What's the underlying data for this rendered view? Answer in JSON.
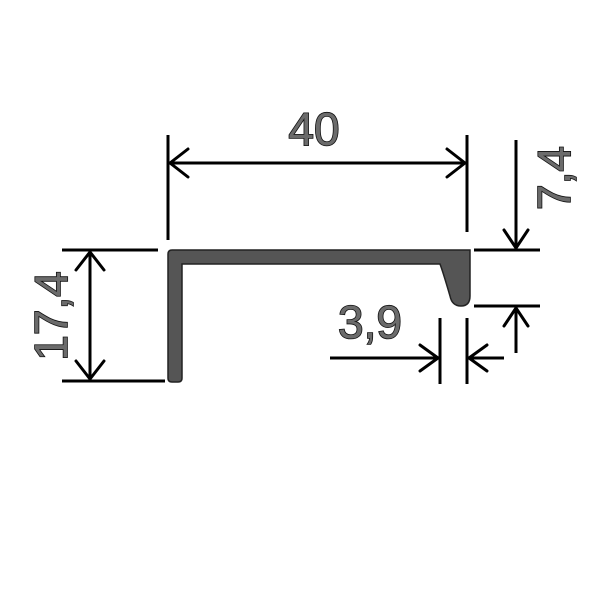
{
  "dimensions": {
    "width": "40",
    "height": "17,4",
    "lip_height": "7,4",
    "lip_thickness": "3,9"
  },
  "colors": {
    "profile_fill": "#555555",
    "text_fill": "#6b6b6b",
    "lines": "#000000"
  }
}
